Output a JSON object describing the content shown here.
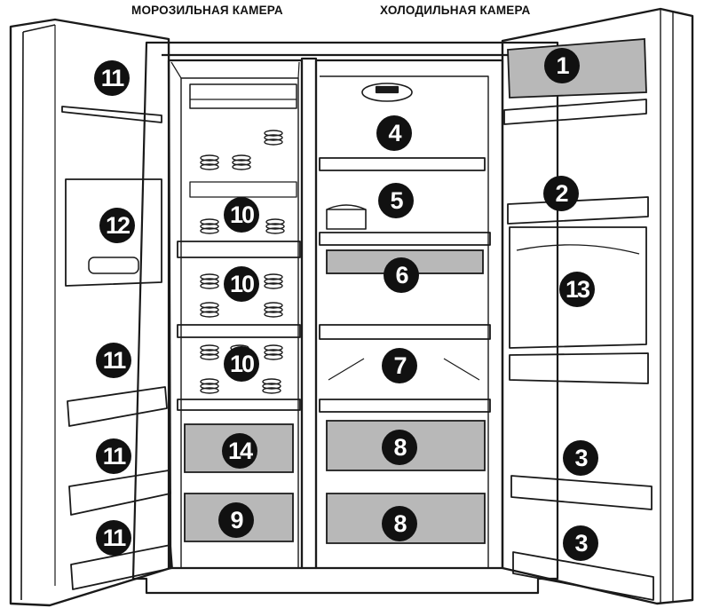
{
  "titles": {
    "freezer": "МОРОЗИЛЬНАЯ КАМЕРА",
    "fridge": "ХОЛОДИЛЬНАЯ КАМЕРА"
  },
  "callouts": {
    "fridge_dispenser": "1",
    "fridge_door_shelf_upper": "2",
    "fridge_door_bin_middle": "3",
    "fridge_door_bin_lower": "3",
    "fridge_top_area": "4",
    "fridge_shelf_upper": "5",
    "fridge_drawer_thin": "6",
    "fridge_shelf_lower": "7",
    "fridge_crisper_upper": "8",
    "fridge_crisper_lower": "8",
    "freezer_drawer_bottom": "9",
    "freezer_shelf_1": "10",
    "freezer_shelf_2": "10",
    "freezer_shelf_3": "10",
    "freezer_door_top": "11",
    "freezer_door_mid": "11",
    "freezer_door_low1": "11",
    "freezer_door_low2": "11",
    "freezer_ice_dispenser": "12",
    "fridge_ice_maker": "13",
    "freezer_drawer_mid": "14"
  },
  "colors": {
    "outline": "#1a1a1a",
    "drawer_fill": "#b8b8b8",
    "badge": "#111111"
  }
}
